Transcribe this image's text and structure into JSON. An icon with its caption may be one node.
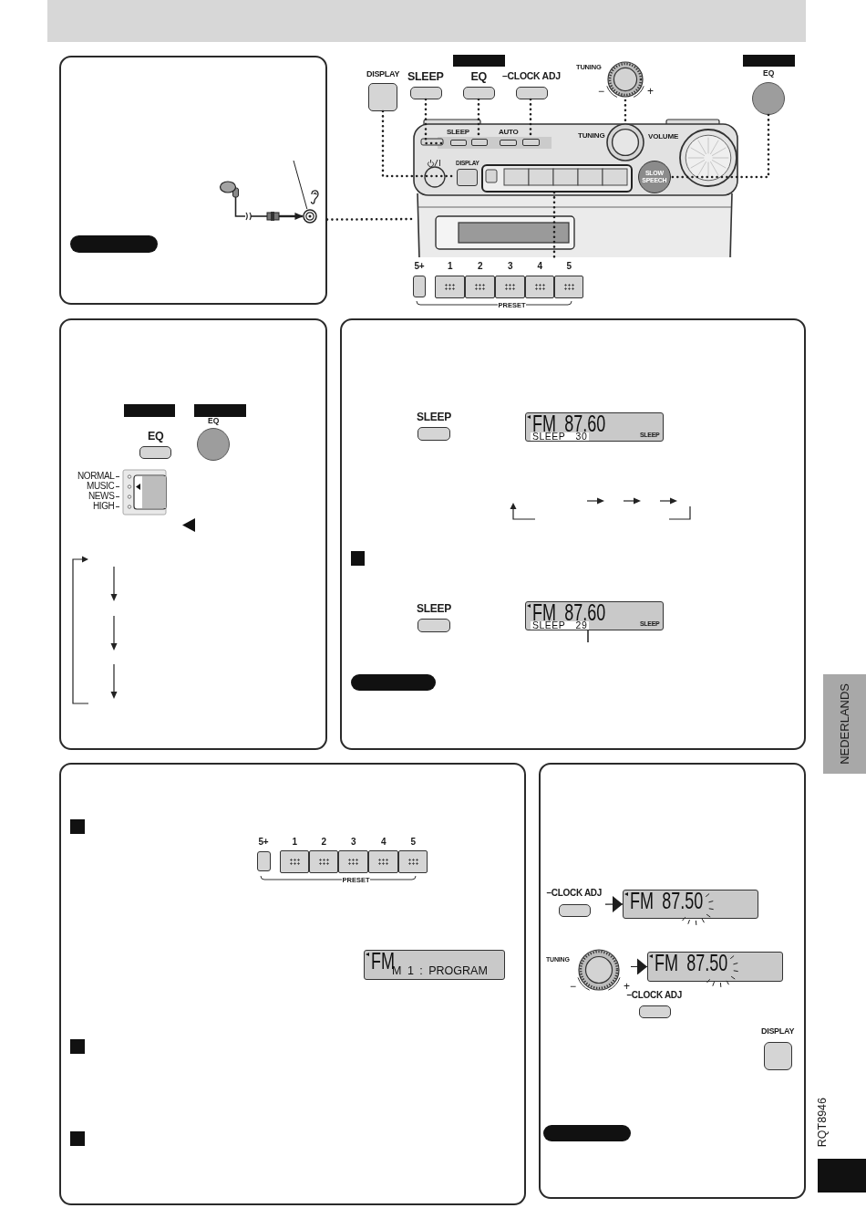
{
  "diagram": {
    "nodes": [
      {
        "text": [],
        "shape": "box"
      },
      {
        "text": [],
        "shape": "picture",
        "in": 0
      },
      {
        "text": [],
        "shape": "circle",
        "in": 0
      },
      {
        "text": [
          "DISPLAY"
        ]
      },
      {
        "text": [
          "SLEEP"
        ]
      },
      {
        "text": [
          "EQ"
        ]
      },
      {
        "text": [
          "–CLOCK ADJ"
        ]
      },
      {
        "text": [
          "TUNING"
        ],
        "beside": [
          "−",
          "+"
        ]
      },
      {
        "text": [
          "EQ"
        ]
      },
      {
        "text": [],
        "shape": "picture"
      },
      {
        "text": [
          "SLEEP"
        ],
        "in": 9
      },
      {
        "text": [],
        "shape": "box",
        "in": 9
      },
      {
        "text": [
          "AUTO"
        ],
        "in": 9
      },
      {
        "text": [],
        "shape": "box",
        "in": 9
      },
      {
        "text": [
          "TUNING"
        ],
        "in": 9
      },
      {
        "text": [
          "VOLUME"
        ],
        "in": 9
      },
      {
        "text": [
          "DISPLAY"
        ],
        "in": 9
      },
      {
        "text": [],
        "shape": "box",
        "in": 9
      },
      {
        "text": [
          "SLOW SPEECH"
        ],
        "in": 9
      },
      {
        "text": [
          "5+"
        ]
      },
      {
        "text": [
          "1"
        ]
      },
      {
        "text": [
          "2"
        ]
      },
      {
        "text": [
          "3"
        ]
      },
      {
        "text": [
          "4"
        ]
      },
      {
        "text": [
          "5"
        ]
      },
      {
        "text": [],
        "shape": "box"
      },
      {
        "text": [
          "EQ"
        ],
        "in": 25
      },
      {
        "text": [
          "EQ"
        ],
        "in": 25
      },
      {
        "text": [
          "NORMAL",
          "MUSIC",
          "NEWS",
          "HIGH"
        ],
        "in": 25
      },
      {
        "text": [],
        "shape": "box"
      },
      {
        "text": [
          "SLEEP"
        ],
        "in": 29
      },
      {
        "text": [
          "FM 87.60",
          "SLEEP 30",
          "SLEEP"
        ],
        "in": 29
      },
      {
        "text": [
          "SLEEP"
        ],
        "in": 29
      },
      {
        "text": [
          "FM 87.60",
          "SLEEP 29",
          "SLEEP"
        ],
        "in": 29
      },
      {
        "text": [],
        "shape": "box"
      },
      {
        "text": [
          "5+"
        ],
        "in": 34
      },
      {
        "text": [
          "1"
        ],
        "in": 34
      },
      {
        "text": [
          "2"
        ],
        "in": 34
      },
      {
        "text": [
          "3"
        ],
        "in": 34
      },
      {
        "text": [
          "4"
        ],
        "in": 34
      },
      {
        "text": [
          "5"
        ],
        "in": 34
      },
      {
        "text": [
          "FM",
          "M 1 : PROGRAM"
        ],
        "in": 34
      },
      {
        "text": [],
        "shape": "box"
      },
      {
        "text": [
          "–CLOCK ADJ"
        ],
        "in": 42
      },
      {
        "text": [
          "FM 87.50"
        ],
        "in": 42
      },
      {
        "text": [
          "TUNING"
        ],
        "beside": [
          "−",
          "+"
        ],
        "in": 42
      },
      {
        "text": [
          "FM 87.50"
        ],
        "in": 42
      },
      {
        "text": [
          "–CLOCK ADJ"
        ],
        "in": 42
      },
      {
        "text": [
          "DISPLAY"
        ],
        "in": 42
      },
      {
        "text": [
          "NEDERLANDS"
        ]
      },
      {
        "text": [],
        "shape": "bar",
        "in": 0
      },
      {
        "text": [],
        "shape": "bar",
        "in": 29
      },
      {
        "text": [],
        "shape": "bar",
        "in": 42
      }
    ],
    "edges": [
      {
        "from": 1,
        "to": 2,
        "arrow": "to"
      },
      {
        "from": null,
        "to": 2,
        "arrow": "none"
      },
      {
        "from": 0,
        "to": 9,
        "arrow": "none",
        "style": "dashed"
      },
      {
        "from": 3,
        "to": 16,
        "arrow": "none",
        "style": "dashed"
      },
      {
        "from": 4,
        "to": 10,
        "arrow": "none",
        "style": "dashed"
      },
      {
        "from": 5,
        "to": 11,
        "arrow": "none",
        "style": "dashed"
      },
      {
        "from": 6,
        "to": 13,
        "arrow": "none",
        "style": "dashed"
      },
      {
        "from": 7,
        "to": 14,
        "arrow": "none",
        "style": "dashed"
      },
      {
        "from": 8,
        "to": 18,
        "arrow": "none",
        "style": "dashed"
      },
      {
        "from": 17,
        "to": null,
        "arrow": "none",
        "style": "dashed"
      },
      {
        "from": null,
        "to": 33,
        "arrow": "none"
      },
      {
        "from": 43,
        "to": 44,
        "arrow": "to"
      },
      {
        "from": 45,
        "to": 46,
        "arrow": "to"
      }
    ],
    "labels": [
      "PRESET",
      "PRESET",
      "RQT8946"
    ]
  }
}
